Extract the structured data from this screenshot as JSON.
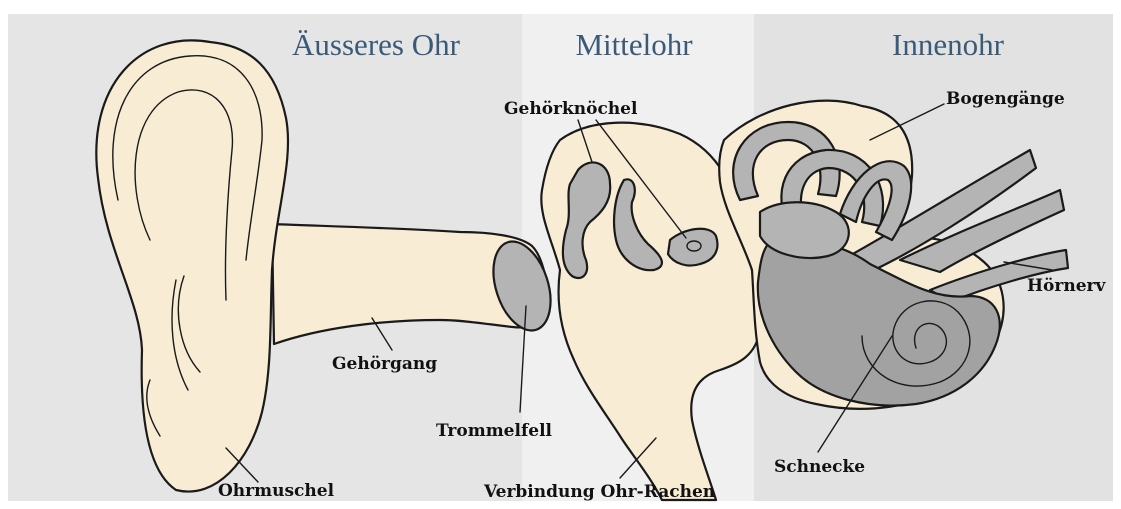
{
  "colors": {
    "outer_bg": "#e5e5e5",
    "middle_bg": "#f0f0f0",
    "inner_bg": "#e2e2e2",
    "skin": "#f8ecd4",
    "gray_structure": "#b4b4b4",
    "cochlea_gray": "#a2a2a2",
    "title_color": "#3a5a7a"
  },
  "regions": {
    "outer": "Äusseres Ohr",
    "middle": "Mittelohr",
    "inner": "Innenohr"
  },
  "labels": {
    "ohrmuschel": "Ohrmuschel",
    "gehoergang": "Gehörgang",
    "trommelfell": "Trommelfell",
    "gehoerknoechel": "Gehörknöchel",
    "verbindung": "Verbindung Ohr-Rachen",
    "bogengaenge": "Bogengänge",
    "hoernerv": "Hörnerv",
    "schnecke": "Schnecke"
  }
}
